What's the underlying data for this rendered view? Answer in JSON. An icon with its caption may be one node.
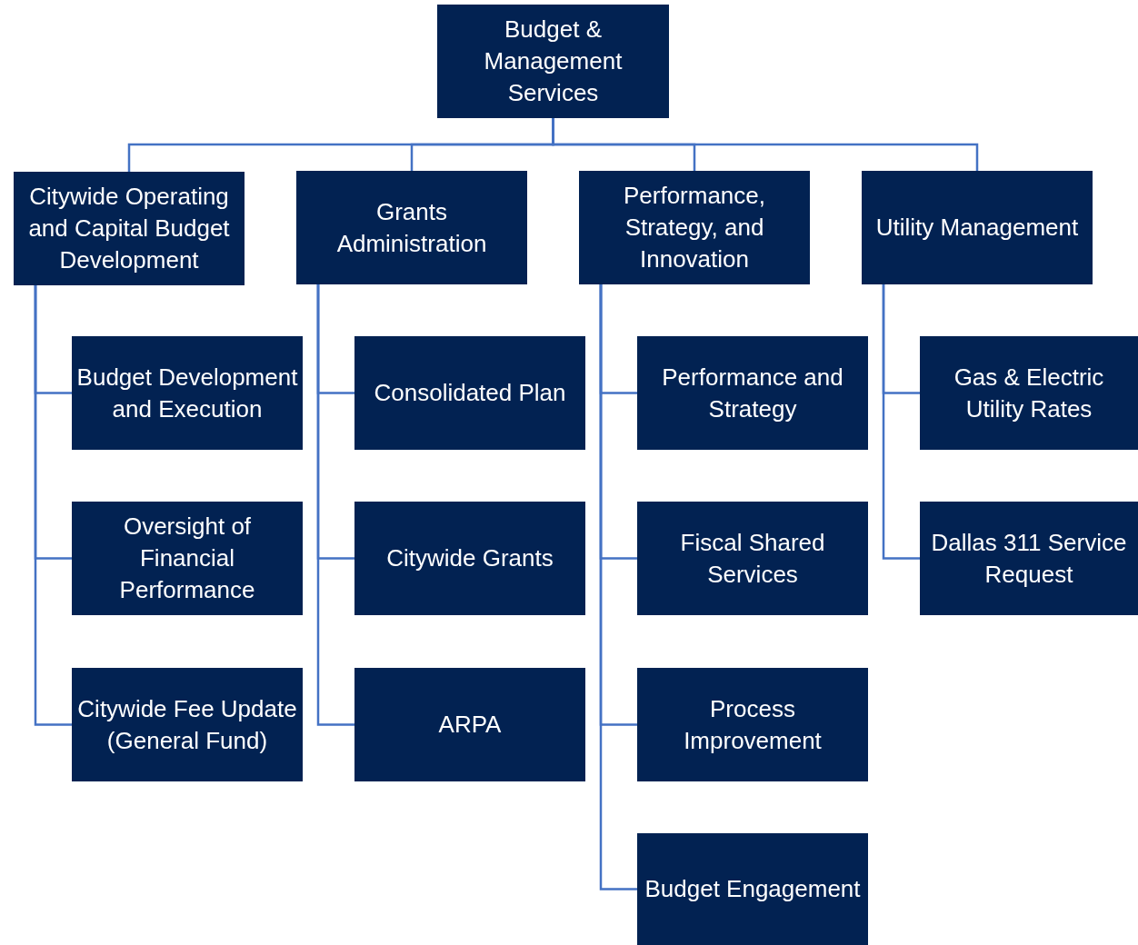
{
  "diagram": {
    "nodes": [
      {
        "text": [
          "Budget & Management Services"
        ]
      },
      {
        "text": [
          "Citywide Operating and Capital Budget Development"
        ]
      },
      {
        "text": [
          "Grants Administration"
        ]
      },
      {
        "text": [
          "Performance, Strategy, and Innovation"
        ]
      },
      {
        "text": [
          "Utility Management"
        ]
      },
      {
        "text": [
          "Budget Development and Execution"
        ]
      },
      {
        "text": [
          "Oversight of Financial Performance"
        ]
      },
      {
        "text": [
          "Citywide Fee Update (General Fund)"
        ]
      },
      {
        "text": [
          "Consolidated Plan"
        ]
      },
      {
        "text": [
          "Citywide Grants"
        ]
      },
      {
        "text": [
          "ARPA"
        ]
      },
      {
        "text": [
          "Performance and Strategy"
        ]
      },
      {
        "text": [
          "Fiscal Shared Services"
        ]
      },
      {
        "text": [
          "Process Improvement"
        ]
      },
      {
        "text": [
          "Budget Engagement"
        ]
      },
      {
        "text": [
          "Gas & Electric Utility Rates"
        ]
      },
      {
        "text": [
          "Dallas 311 Service Request"
        ]
      }
    ],
    "edges": [
      {
        "from": 0,
        "to": 1,
        "arrow": "none"
      },
      {
        "from": 0,
        "to": 2,
        "arrow": "none"
      },
      {
        "from": 0,
        "to": 3,
        "arrow": "none"
      },
      {
        "from": 0,
        "to": 4,
        "arrow": "none"
      },
      {
        "from": 1,
        "to": 5,
        "arrow": "none"
      },
      {
        "from": 1,
        "to": 6,
        "arrow": "none"
      },
      {
        "from": 1,
        "to": 7,
        "arrow": "none"
      },
      {
        "from": 2,
        "to": 8,
        "arrow": "none"
      },
      {
        "from": 2,
        "to": 9,
        "arrow": "none"
      },
      {
        "from": 2,
        "to": 10,
        "arrow": "none"
      },
      {
        "from": 3,
        "to": 11,
        "arrow": "none"
      },
      {
        "from": 3,
        "to": 12,
        "arrow": "none"
      },
      {
        "from": 3,
        "to": 13,
        "arrow": "none"
      },
      {
        "from": 3,
        "to": 14,
        "arrow": "none"
      },
      {
        "from": 4,
        "to": 15,
        "arrow": "none"
      },
      {
        "from": 4,
        "to": 16,
        "arrow": "none"
      }
    ]
  }
}
